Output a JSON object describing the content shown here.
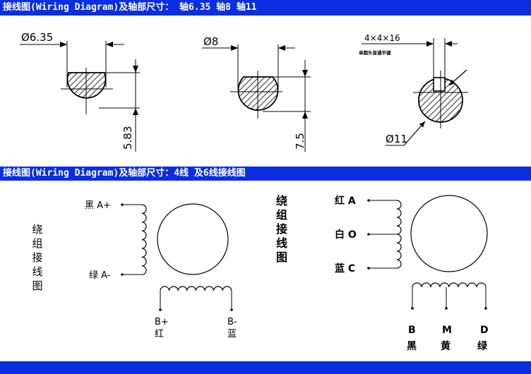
{
  "header_top": {
    "title": "接线图(Wiring Diagram)及轴部尺寸： 轴6.35  轴8   轴11"
  },
  "header_mid": {
    "title": "接线图(Wiring Diagram)及轴部尺寸：4线   及6线接线图"
  },
  "shafts": [
    {
      "diameter": "Ø6.35",
      "flat": "5.83"
    },
    {
      "diameter": "Ø8",
      "flat": "7.5"
    },
    {
      "diameter": "Ø11",
      "key": "4×4×16",
      "key_note": "单圆头普通平键"
    }
  ],
  "four_wire": {
    "winding_label": [
      "绕",
      "组",
      "接",
      "线",
      "图"
    ],
    "a_plus": "黑 A+",
    "a_minus": "绿 A-",
    "b_plus_code": "B+",
    "b_plus_color": "红",
    "b_minus_code": "B-",
    "b_minus_color": "蓝"
  },
  "six_wire": {
    "winding_label": [
      "绕",
      "组",
      "接",
      "线",
      "图"
    ],
    "top": "红 A",
    "mid": "白 O",
    "bottom": "蓝 C",
    "b_code": "B",
    "b_color": "黑",
    "m_code": "M",
    "m_color": "黄",
    "d_code": "D",
    "d_color": "绿"
  }
}
